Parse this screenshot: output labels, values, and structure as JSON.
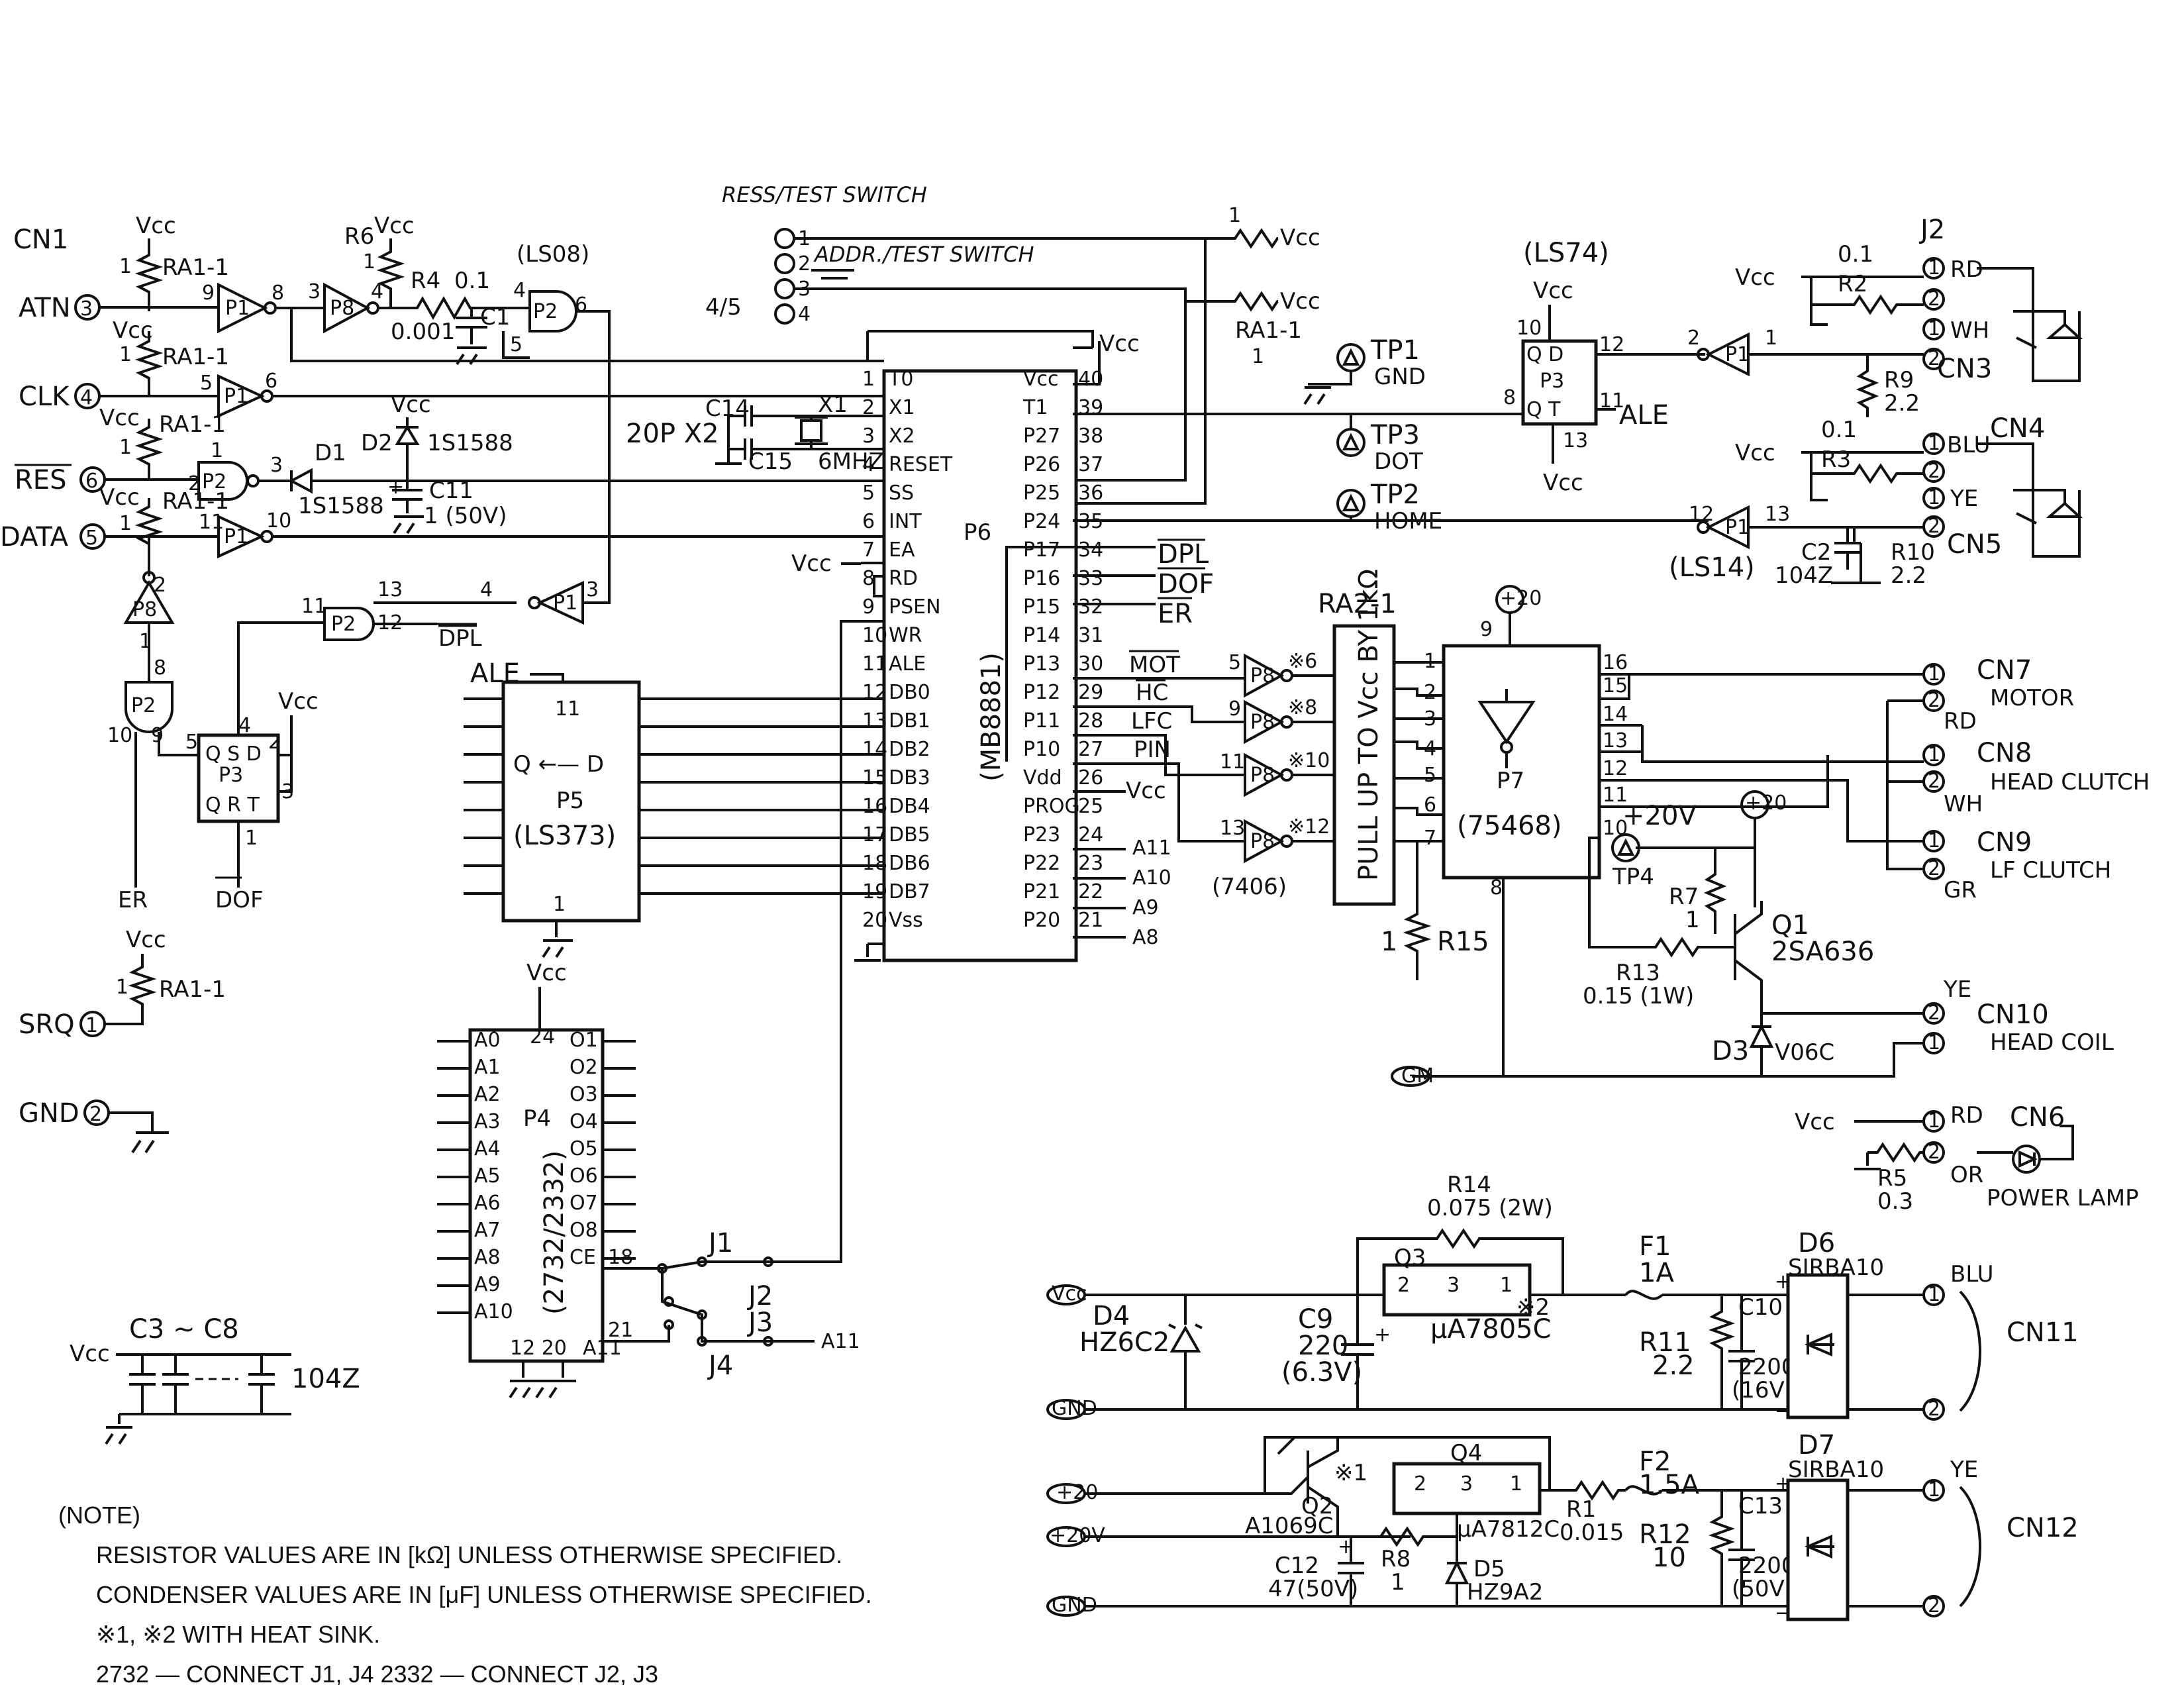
{
  "connectors": {
    "cn1": "CN1",
    "left": [
      "ATN",
      "CLK",
      "RES",
      "DATA",
      "SRQ",
      "GND"
    ],
    "left_pins": [
      "3",
      "4",
      "6",
      "5",
      "1",
      "2"
    ]
  },
  "power": {
    "vcc": "Vcc",
    "gnd_tp": "GND",
    "plus20": "+20V"
  },
  "resistors": {
    "ra1": "RA1-1",
    "r6": "R6",
    "r4": "R4",
    "r4v": "0.1",
    "c1": "C1",
    "c1v": "0.001",
    "ra2": "RA2-1",
    "pullup": "PULL UP TO Vcc BY 1kΩ",
    "r15": "R15",
    "r15v": "1",
    "r13": "R13",
    "r13v": "0.15 (1W)",
    "r7": "R7",
    "r7v": "1",
    "r2": "R2",
    "r3": "R3",
    "r9": "R9",
    "r9v": "2.2",
    "r10": "R10",
    "r10v": "2.2",
    "r5": "R5",
    "r5v": "0.3",
    "c2": "C2",
    "c2v": "104Z",
    "c2a": "0.1",
    "c2b": "0.1"
  },
  "chips": {
    "p2": "P2",
    "p1": "P1",
    "p8": "P8",
    "p3": "P3",
    "ls08": "(LS08)",
    "ls74": "(LS74)",
    "ls14": "(LS14)",
    "p5": "P5",
    "p5t": "(LS373)",
    "p4": "P4",
    "p4t": "(2732/2332)",
    "p6": "P6",
    "p6t": "(MB8881)",
    "p7": "P7",
    "p7t": "(75468)",
    "p9t": "(7406)"
  },
  "diodes": {
    "d1": "D1",
    "d1v": "1S1588",
    "d2": "D2",
    "d2v": "1S1588",
    "c11": "C11",
    "c11v": "1 (50V)"
  },
  "crystal": {
    "x1": "X1",
    "freq": "6MHZ",
    "c14": "C14",
    "c15": "C15",
    "caps": "20P X2"
  },
  "switch": {
    "title": "RESS/TEST SWITCH",
    "addr": "ADDR./TEST SWITCH",
    "pos": "4/5"
  },
  "p6_left_pins": [
    {
      "n": "1",
      "s": "T0"
    },
    {
      "n": "2",
      "s": "X1"
    },
    {
      "n": "3",
      "s": "X2"
    },
    {
      "n": "4",
      "s": "RESET"
    },
    {
      "n": "5",
      "s": "SS"
    },
    {
      "n": "6",
      "s": "INT"
    },
    {
      "n": "7",
      "s": "EA"
    },
    {
      "n": "8",
      "s": "RD"
    },
    {
      "n": "9",
      "s": "PSEN"
    },
    {
      "n": "10",
      "s": "WR"
    },
    {
      "n": "11",
      "s": "ALE"
    },
    {
      "n": "12",
      "s": "DB0"
    },
    {
      "n": "13",
      "s": "DB1"
    },
    {
      "n": "14",
      "s": "DB2"
    },
    {
      "n": "15",
      "s": "DB3"
    },
    {
      "n": "16",
      "s": "DB4"
    },
    {
      "n": "17",
      "s": "DB5"
    },
    {
      "n": "18",
      "s": "DB6"
    },
    {
      "n": "19",
      "s": "DB7"
    },
    {
      "n": "20",
      "s": "Vss"
    }
  ],
  "p6_right_pins": [
    {
      "n": "40",
      "s": "Vcc"
    },
    {
      "n": "39",
      "s": "T1"
    },
    {
      "n": "38",
      "s": "P27"
    },
    {
      "n": "37",
      "s": "P26"
    },
    {
      "n": "36",
      "s": "P25"
    },
    {
      "n": "35",
      "s": "P24"
    },
    {
      "n": "34",
      "s": "P17"
    },
    {
      "n": "33",
      "s": "P16"
    },
    {
      "n": "32",
      "s": "P15"
    },
    {
      "n": "31",
      "s": "P14"
    },
    {
      "n": "30",
      "s": "P13"
    },
    {
      "n": "29",
      "s": "P12"
    },
    {
      "n": "28",
      "s": "P11"
    },
    {
      "n": "27",
      "s": "P10"
    },
    {
      "n": "26",
      "s": "Vdd"
    },
    {
      "n": "25",
      "s": "PROG"
    },
    {
      "n": "24",
      "s": "P23"
    },
    {
      "n": "23",
      "s": "P22"
    },
    {
      "n": "22",
      "s": "P21"
    },
    {
      "n": "21",
      "s": "P20"
    }
  ],
  "p6_outputs": {
    "a11": "A11",
    "a10": "A10",
    "a9": "A9",
    "a8": "A8"
  },
  "signals": {
    "dpl": "DPL",
    "dof": "DOF",
    "er": "ER",
    "mot": "MOT",
    "hc": "HC",
    "lfc": "LFC",
    "pin": "PIN",
    "ale": "ALE"
  },
  "testpoints": {
    "tp1": "TP1",
    "tp1l": "GND",
    "tp3": "TP3",
    "tp3l": "DOT",
    "tp2": "TP2",
    "tp2l": "HOME",
    "tp4": "TP4"
  },
  "outputs": {
    "cn2": "J2",
    "cn3": "CN3",
    "cn4": "CN4",
    "cn5": "CN5",
    "rd": "RD",
    "wh": "WH",
    "blu": "BLU",
    "ye": "YE",
    "gr": "GR",
    "or": "OR",
    "cn7": "CN7",
    "cn7l": "MOTOR",
    "cn8": "CN8",
    "cn8l": "HEAD CLUTCH",
    "cn9": "CN9",
    "cn9l": "LF CLUTCH",
    "cn10": "CN10",
    "cn10l": "HEAD COIL",
    "cn6": "CN6",
    "cn6l": "POWER LAMP",
    "q1": "Q1",
    "q1v": "2SA636",
    "d3": "D3",
    "d3v": "V06C"
  },
  "p4_pins": {
    "left": [
      "A0",
      "A1",
      "A2",
      "A3",
      "A4",
      "A5",
      "A6",
      "A7",
      "A8",
      "A9",
      "A10"
    ],
    "right": [
      "O1",
      "O2",
      "O3",
      "O4",
      "O5",
      "O6",
      "O7",
      "O8",
      "CE"
    ],
    "vcc_pin": "24",
    "gnd_pins": "12 20",
    "a11pin": "A11",
    "ce_pin": "18",
    "a11_num": "21"
  },
  "jumpers": [
    "J1",
    "J2",
    "J3",
    "J4"
  ],
  "bypass": {
    "label": "C3 ~ C8",
    "value": "104Z"
  },
  "supply": {
    "r14": "R14",
    "r14v": "0.075 (2W)",
    "q3": "Q3",
    "q3v": "μA7805C",
    "x2": "※2",
    "d4": "D4",
    "d4v": "HZ6C2",
    "c9": "C9",
    "c9v": "220",
    "c9r": "(6.3V)",
    "f1": "F1",
    "f1v": "1A",
    "r11": "R11",
    "r11v": "2.2",
    "c10": "C10",
    "c10v": "2200",
    "c10r": "(16V)",
    "d6": "D6",
    "d6v": "SIRBA10",
    "cn11": "CN11",
    "q2": "Q2",
    "q2v": "A1069C",
    "x1": "※1",
    "q4": "Q4",
    "q4v": "μA7812C",
    "r1": "R1",
    "r1v": "0.015",
    "r8": "R8",
    "r8v": "1",
    "d5": "D5",
    "d5v": "HZ9A2",
    "c12": "C12",
    "c12v": "47(50V)",
    "f2": "F2",
    "f2v": "1.5A",
    "r12": "R12",
    "r12v": "10",
    "c13": "C13",
    "c13v": "2200",
    "c13r": "(50V)",
    "d7": "D7",
    "d7v": "SIRBA10",
    "cn12": "CN12",
    "rails": [
      "Vcc",
      "GND",
      "+20",
      "+20V",
      "GND"
    ]
  },
  "notes": {
    "title": "(NOTE)",
    "lines": [
      "RESISTOR VALUES ARE IN [kΩ] UNLESS OTHERWISE SPECIFIED.",
      "CONDENSER VALUES ARE IN [μF] UNLESS OTHERWISE SPECIFIED.",
      "※1, ※2 WITH HEAT SINK.",
      "2732 — CONNECT J1, J4        2332 — CONNECT J2, J3"
    ]
  }
}
